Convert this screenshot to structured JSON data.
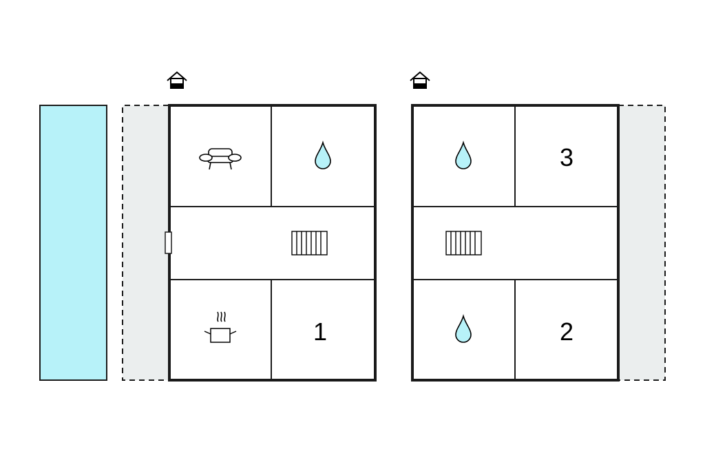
{
  "floor_plan": {
    "colors": {
      "pool_fill": "#b7f2f9",
      "terrace_fill": "#ebeeee",
      "line": "#1a1a1a",
      "water_drop": "#b7f2f9"
    },
    "left_building": {
      "entrance_icon": "house-entrance-icon",
      "rooms": {
        "top_left": {
          "icon": "sofa-icon"
        },
        "top_right": {
          "icon": "water-drop-icon"
        },
        "hall": {
          "icon": "radiator-icon"
        },
        "bottom_left": {
          "icon": "cooking-pot-icon"
        },
        "bottom_right": {
          "label": "1"
        }
      }
    },
    "right_building": {
      "entrance_icon": "house-entrance-icon",
      "rooms": {
        "top_left": {
          "icon": "water-drop-icon"
        },
        "top_right": {
          "label": "3"
        },
        "hall": {
          "icon": "radiator-icon"
        },
        "bottom_left": {
          "icon": "water-drop-icon"
        },
        "bottom_right": {
          "label": "2"
        }
      }
    }
  }
}
